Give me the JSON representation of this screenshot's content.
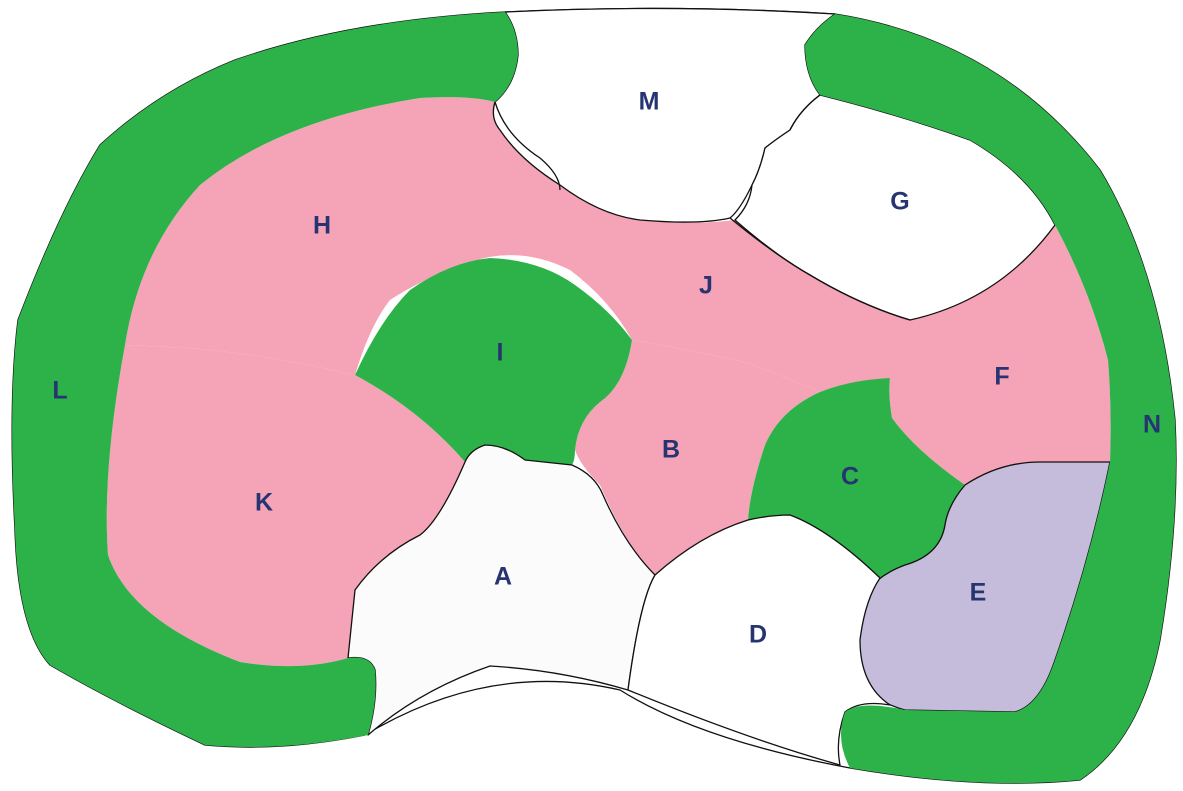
{
  "colors": {
    "green": "#2db24a",
    "pink": "#f5a3b6",
    "lavender": "#c5bbdb",
    "white": "#ffffff",
    "label": "#273472"
  },
  "regions": [
    {
      "id": "A",
      "label": "A",
      "fill": "white"
    },
    {
      "id": "B",
      "label": "B",
      "fill": "pink"
    },
    {
      "id": "C",
      "label": "C",
      "fill": "green"
    },
    {
      "id": "D",
      "label": "D",
      "fill": "white"
    },
    {
      "id": "E",
      "label": "E",
      "fill": "lavender"
    },
    {
      "id": "F",
      "label": "F",
      "fill": "pink"
    },
    {
      "id": "G",
      "label": "G",
      "fill": "white"
    },
    {
      "id": "H",
      "label": "H",
      "fill": "pink"
    },
    {
      "id": "I",
      "label": "I",
      "fill": "green"
    },
    {
      "id": "J",
      "label": "J",
      "fill": "pink"
    },
    {
      "id": "K",
      "label": "K",
      "fill": "pink"
    },
    {
      "id": "L",
      "label": "L",
      "fill": "green"
    },
    {
      "id": "M",
      "label": "M",
      "fill": "white"
    },
    {
      "id": "N",
      "label": "N",
      "fill": "green"
    }
  ]
}
